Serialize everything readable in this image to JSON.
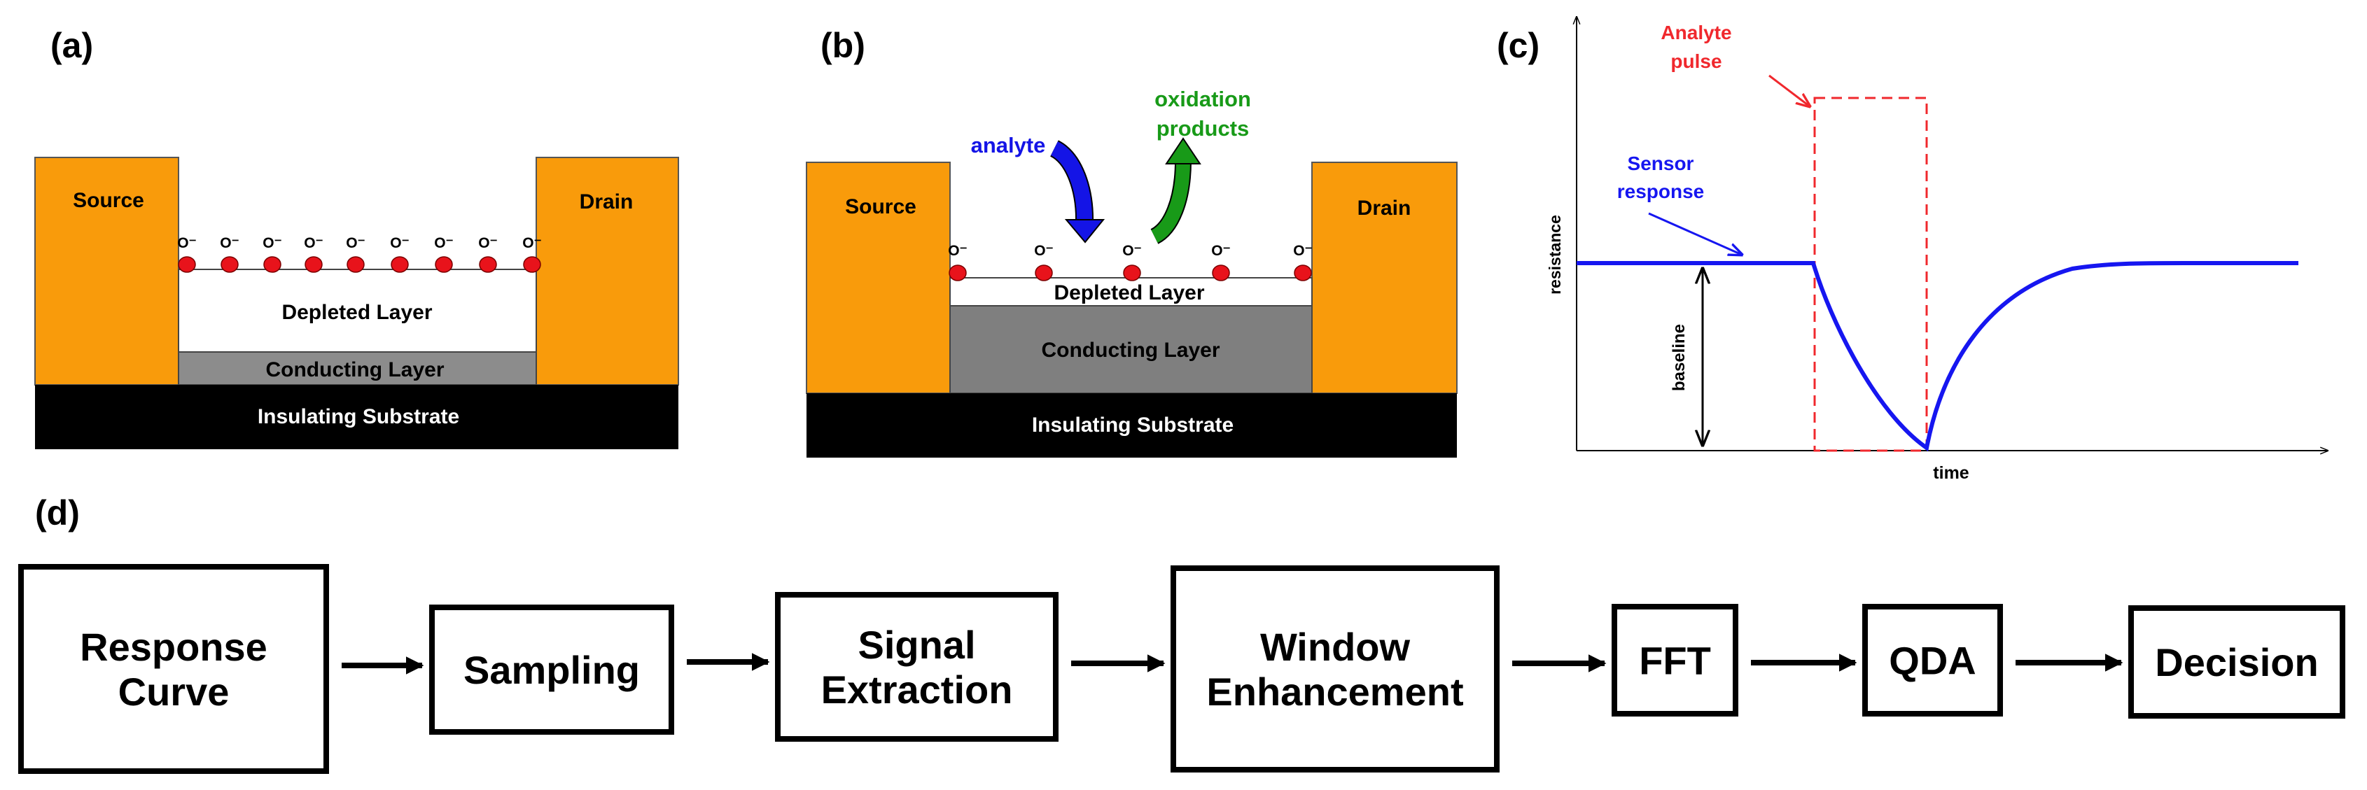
{
  "colors": {
    "electrode": "#F99B0B",
    "substrate": "#000000",
    "conducting_thin": "#8C8C8C",
    "conducting_thick": "#7F7F7F",
    "oxygen_dot": "#E8131B",
    "analyte_blue": "#1414E6",
    "products_green": "#189A18",
    "pulse_red": "#F0282D",
    "response_blue": "#1616F0"
  },
  "panel_a": {
    "label": "(a)",
    "source": "Source",
    "drain": "Drain",
    "depleted": "Depleted Layer",
    "conducting": "Conducting Layer",
    "substrate": "Insulating Substrate",
    "adsorbed_ion": "O⁻"
  },
  "panel_b": {
    "label": "(b)",
    "source": "Source",
    "drain": "Drain",
    "depleted": "Depleted Layer",
    "conducting": "Conducting Layer",
    "substrate": "Insulating Substrate",
    "adsorbed_ion": "O⁻",
    "analyte": "analyte",
    "oxidation_line1": "oxidation",
    "oxidation_line2": "products"
  },
  "panel_c": {
    "label": "(c)",
    "ylabel": "resistance",
    "xlabel": "time",
    "pulse_line1": "Analyte",
    "pulse_line2": "pulse",
    "sensor_line1": "Sensor",
    "sensor_line2": "response",
    "baseline": "baseline"
  },
  "panel_d": {
    "label": "(d)",
    "steps": [
      {
        "lines": [
          "Response",
          "Curve"
        ]
      },
      {
        "lines": [
          "Sampling"
        ]
      },
      {
        "lines": [
          "Signal",
          "Extraction"
        ]
      },
      {
        "lines": [
          "Window",
          "Enhancement"
        ]
      },
      {
        "lines": [
          "FFT"
        ]
      },
      {
        "lines": [
          "QDA"
        ]
      },
      {
        "lines": [
          "Decision"
        ]
      }
    ]
  }
}
